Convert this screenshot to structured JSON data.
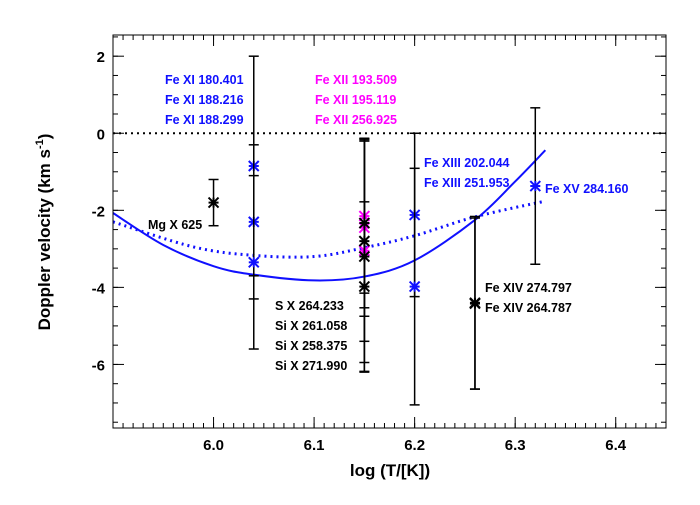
{
  "chart_data": {
    "type": "scatter",
    "title": "",
    "xlabel": "log (T/[K])",
    "ylabel": "Doppler velocity (km s",
    "ylabel_sup": "-1",
    "ylabel_end": ")",
    "xlim": [
      5.9,
      6.45
    ],
    "ylim": [
      -7.65,
      2.55
    ],
    "xticks": [
      6.0,
      6.1,
      6.2,
      6.3,
      6.4
    ],
    "xtick_labels": [
      "6.0",
      "6.1",
      "6.2",
      "6.3",
      "6.4"
    ],
    "yticks": [
      -6,
      -4,
      -2,
      0,
      2
    ],
    "ytick_labels": [
      "-6",
      "-4",
      "-2",
      "0",
      "2"
    ],
    "x_minor_step": 0.01,
    "y_minor_step": 0.5,
    "grid": false,
    "zero_line": {
      "y": 0,
      "style": "dotted",
      "color": "#000000"
    },
    "colors": {
      "blue": "#1010ff",
      "magenta": "#ff00ff",
      "black": "#000000"
    },
    "points": [
      {
        "x": 6.0,
        "y": -1.8,
        "err": 0.6,
        "color": "black"
      },
      {
        "x": 6.04,
        "y": -0.85,
        "err": 2.85,
        "color": "blue"
      },
      {
        "x": 6.04,
        "y": -2.3,
        "err": 2.0,
        "color": "blue"
      },
      {
        "x": 6.04,
        "y": -3.35,
        "err": 2.25,
        "color": "blue"
      },
      {
        "x": 6.15,
        "y": -2.15,
        "err": 2.0,
        "color": "magenta"
      },
      {
        "x": 6.15,
        "y": -2.45,
        "err": 2.3,
        "color": "magenta"
      },
      {
        "x": 6.15,
        "y": -3.05,
        "err": 2.9,
        "color": "magenta"
      },
      {
        "x": 6.15,
        "y": -2.33,
        "err": 2.2,
        "color": "black"
      },
      {
        "x": 6.15,
        "y": -2.8,
        "err": 2.6,
        "color": "black"
      },
      {
        "x": 6.15,
        "y": -3.2,
        "err": 3.0,
        "color": "black"
      },
      {
        "x": 6.15,
        "y": -3.98,
        "err": 2.2,
        "color": "black"
      },
      {
        "x": 6.2,
        "y": -2.12,
        "err": 2.12,
        "color": "blue"
      },
      {
        "x": 6.2,
        "y": -3.98,
        "err": 3.07,
        "color": "blue"
      },
      {
        "x": 6.26,
        "y": -4.4,
        "err": 2.24,
        "color": "black"
      },
      {
        "x": 6.26,
        "y": -4.42,
        "err": 2.22,
        "color": "black"
      },
      {
        "x": 6.32,
        "y": -1.37,
        "err": 2.03,
        "color": "blue"
      }
    ],
    "curves": [
      {
        "style": "solid",
        "color": "blue",
        "x": [
          5.9,
          5.95,
          6.0,
          6.04,
          6.1,
          6.15,
          6.2,
          6.26,
          6.3,
          6.33
        ],
        "y": [
          -2.07,
          -2.9,
          -3.45,
          -3.67,
          -3.82,
          -3.72,
          -3.3,
          -2.25,
          -1.25,
          -0.44
        ]
      },
      {
        "style": "dotted",
        "color": "blue",
        "x": [
          5.9,
          5.98,
          6.04,
          6.1,
          6.15,
          6.2,
          6.26,
          6.33
        ],
        "y": [
          -2.3,
          -2.95,
          -3.17,
          -3.2,
          -2.97,
          -2.66,
          -2.17,
          -1.76
        ]
      }
    ],
    "annotations": [
      {
        "text": "Fe XI 180.401",
        "color": "blue"
      },
      {
        "text": "Fe XI 188.216",
        "color": "blue"
      },
      {
        "text": "Fe XI 188.299",
        "color": "blue"
      },
      {
        "text": "Fe XII 193.509",
        "color": "magenta"
      },
      {
        "text": "Fe XII 195.119",
        "color": "magenta"
      },
      {
        "text": "Fe XII 256.925",
        "color": "magenta"
      },
      {
        "text": "Fe XIII 202.044",
        "color": "blue"
      },
      {
        "text": "Fe XIII 251.953",
        "color": "blue"
      },
      {
        "text": "Fe XV 284.160",
        "color": "blue"
      },
      {
        "text": "Mg X 625",
        "color": "black"
      },
      {
        "text": "S X 264.233",
        "color": "black"
      },
      {
        "text": "Si X 261.058",
        "color": "black"
      },
      {
        "text": "Si X 258.375",
        "color": "black"
      },
      {
        "text": "Si X 271.990",
        "color": "black"
      },
      {
        "text": "Fe XIV 274.797",
        "color": "black"
      },
      {
        "text": "Fe XIV 264.787",
        "color": "black"
      }
    ]
  }
}
